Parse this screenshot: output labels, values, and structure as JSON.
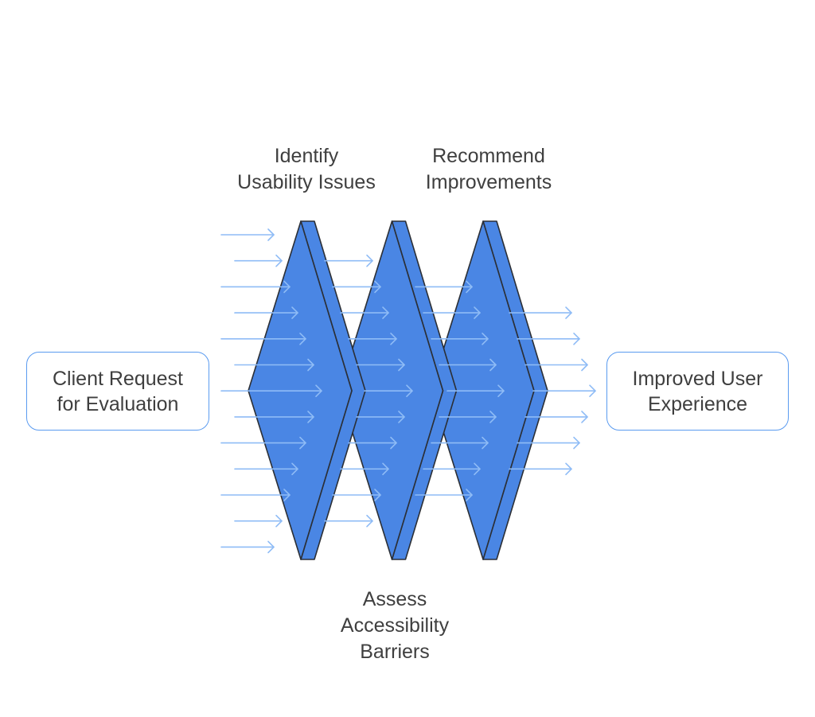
{
  "diagram": {
    "type": "process-filter-flow",
    "input": {
      "lines": [
        "Client Request",
        "for Evaluation"
      ]
    },
    "output": {
      "lines": [
        "Improved User",
        "Experience"
      ]
    },
    "stages": [
      {
        "order": 1,
        "label_position": "top",
        "lines": [
          "Identify",
          "Usability Issues"
        ]
      },
      {
        "order": 2,
        "label_position": "bottom",
        "lines": [
          "Assess",
          "Accessibility",
          "Barriers"
        ]
      },
      {
        "order": 3,
        "label_position": "top",
        "lines": [
          "Recommend",
          "Improvements"
        ]
      }
    ],
    "flow": {
      "incoming_arrow_count": 13,
      "outgoing_arrow_count": 7,
      "direction": "left-to-right"
    },
    "colors": {
      "stage_fill": "#4a86e4",
      "stage_outline": "#2b2f36",
      "arrow": "#8fbcf6",
      "box_border": "#5a9bf0",
      "text": "#3f3f3f",
      "background": "#ffffff"
    }
  }
}
